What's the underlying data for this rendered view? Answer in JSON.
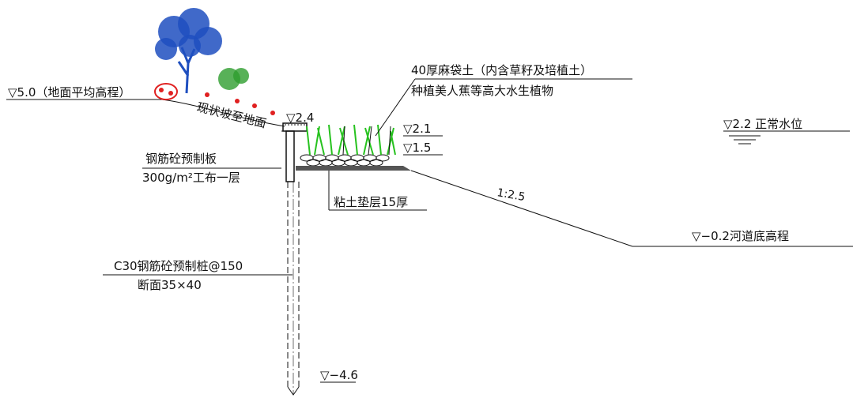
{
  "labels": {
    "ground_elev": "▽5.0（地面平均高程）",
    "slope_to_ground": "现状坡至地面",
    "elev_top": "▽2.4",
    "bag_soil": "40厚麻袋土（内含草籽及培植土）",
    "plants": "种植美人蕉等高大水生植物",
    "elev_21": "▽2.1",
    "elev_15": "▽1.5",
    "normal_water": "▽2.2 正常水位",
    "precast_slab": "钢筋砼预制板",
    "geotextile": "300g/m²工布一层",
    "clay_cushion": "粘土垫层15厚",
    "slope_ratio": "1:2.5",
    "riverbed": "▽−0.2河道底高程",
    "pile": "C30钢筋砼预制桩@150",
    "pile_section": "断面35×40",
    "pile_bottom": "▽−4.6"
  },
  "colors": {
    "line": "#111111",
    "tree": "#1f4fbf",
    "grass": "#27c21f",
    "shrub_red": "#e02020",
    "shrub_green": "#2e9e2e"
  }
}
